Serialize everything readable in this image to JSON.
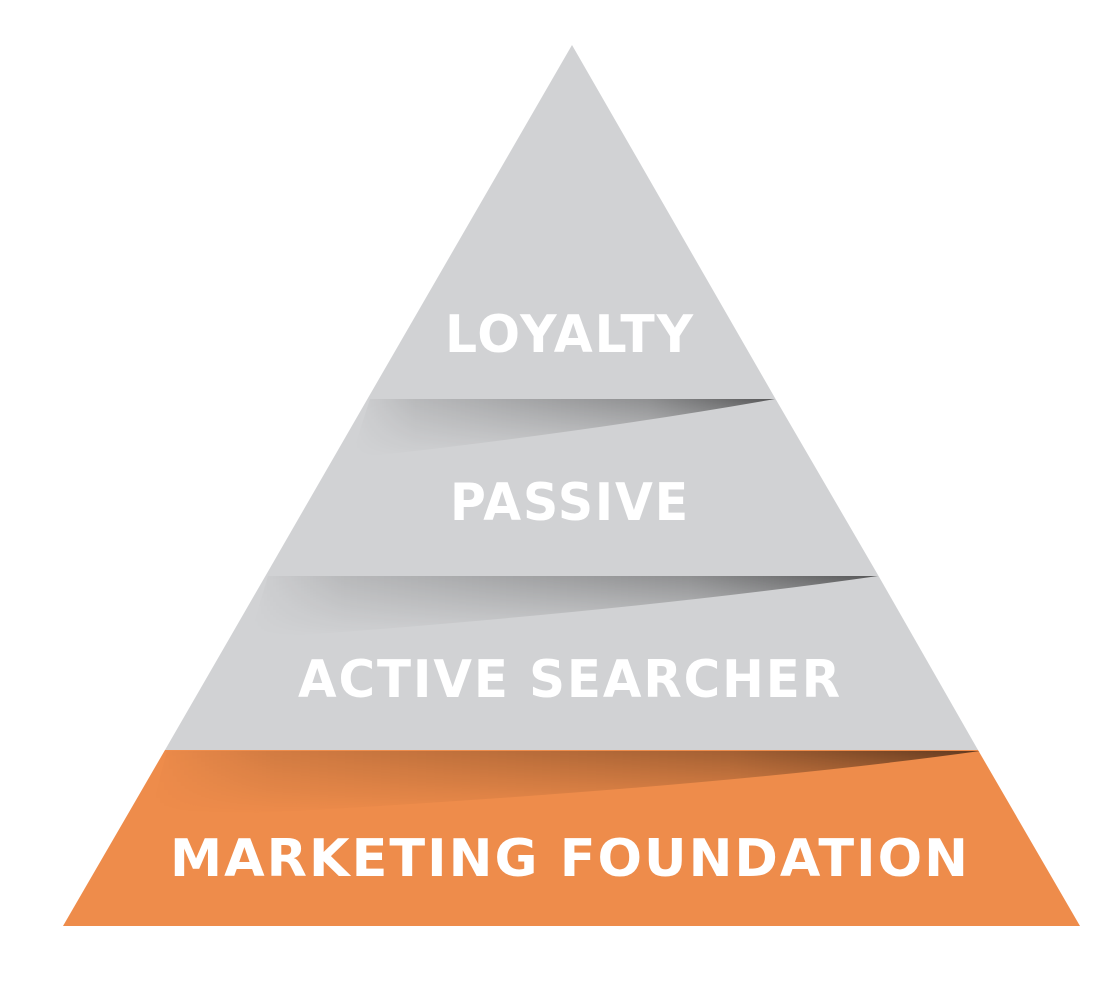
{
  "diagram": {
    "type": "pyramid",
    "tiers": [
      {
        "label": "LOYALTY",
        "color": "#D1D2D4",
        "level": 1
      },
      {
        "label": "PASSIVE",
        "color": "#D1D2D4",
        "level": 2
      },
      {
        "label": "ACTIVE SEARCHER",
        "color": "#D1D2D4",
        "level": 3
      },
      {
        "label": "MARKETING FOUNDATION",
        "color": "#EE8C4B",
        "level": 4
      }
    ],
    "colors": {
      "gray_tier": "#D1D2D4",
      "accent_tier": "#EE8C4B",
      "label_text": "#FFFFFF",
      "background": "#FFFFFF"
    }
  }
}
